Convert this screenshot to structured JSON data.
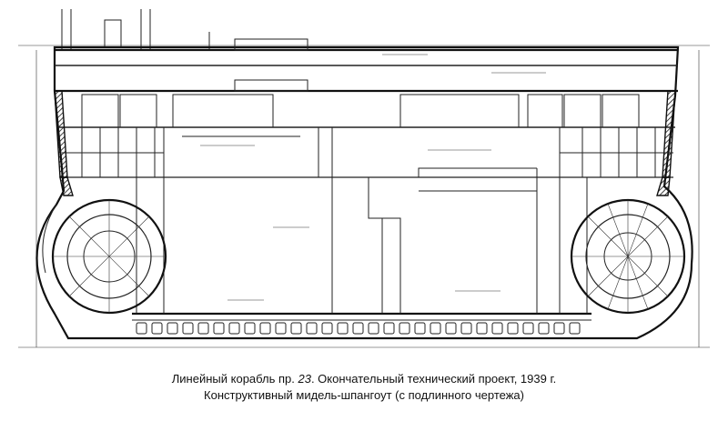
{
  "caption": {
    "line1_prefix": "Линейный корабль пр. ",
    "line1_project": "23",
    "line1_suffix": ". Окончательный технический проект, 1939 г.",
    "line2": "Конструктивный мидель-шпангоут (с подлинного чертежа)"
  },
  "colors": {
    "ink": "#222222",
    "paper": "#ffffff"
  }
}
